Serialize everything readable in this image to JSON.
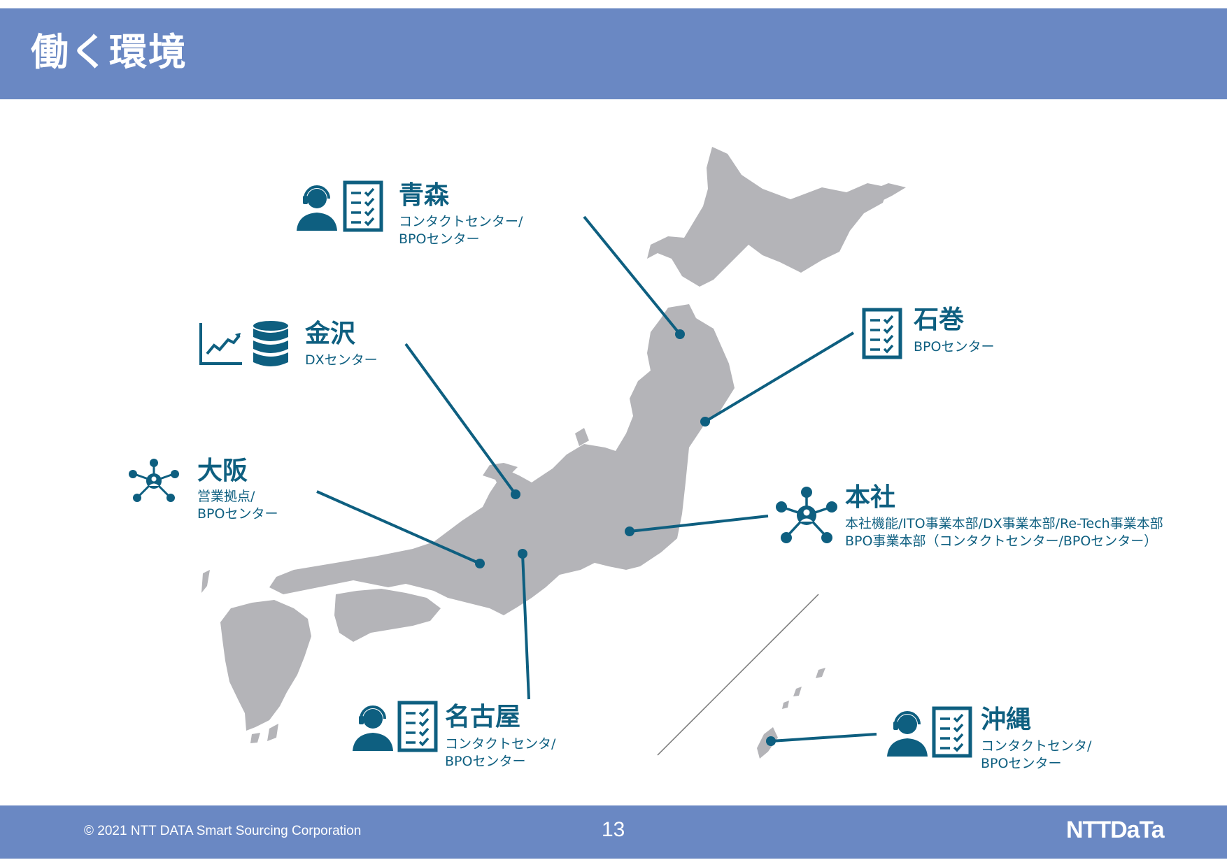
{
  "header": {
    "title": "働く環境"
  },
  "locations": {
    "aomori": {
      "name": "青森",
      "desc1": "コンタクトセンター/",
      "desc2": "BPOセンター"
    },
    "kanazawa": {
      "name": "金沢",
      "desc1": "DXセンター"
    },
    "ishinomaki": {
      "name": "石巻",
      "desc1": "BPOセンター"
    },
    "osaka": {
      "name": "大阪",
      "desc1": "営業拠点/",
      "desc2": "BPOセンター"
    },
    "honsha": {
      "name": "本社",
      "desc1": "本社機能/ITO事業本部/DX事業本部/Re-Tech事業本部",
      "desc2": "BPO事業本部（コンタクトセンター/BPOセンター）"
    },
    "nagoya": {
      "name": "名古屋",
      "desc1": "コンタクトセンタ/",
      "desc2": "BPOセンター"
    },
    "okinawa": {
      "name": "沖縄",
      "desc1": "コンタクトセンタ/",
      "desc2": "BPOセンター"
    }
  },
  "footer": {
    "copyright": "© 2021 NTT DATA Smart Sourcing Corporation",
    "page_number": "13",
    "logo": "NTTDaTa"
  },
  "colors": {
    "band": "#6a88c3",
    "accent": "#0e5f80",
    "map": "#b4b4b8"
  }
}
